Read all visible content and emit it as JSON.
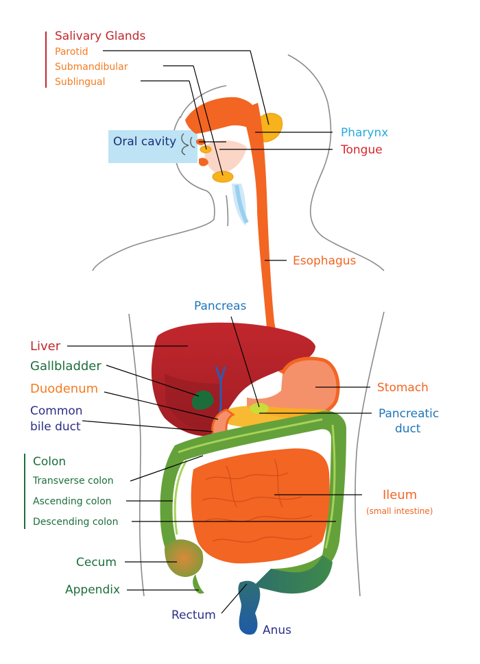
{
  "colors": {
    "salivary": "#c0272d",
    "salivary_sub": "#f47b20",
    "oral": "#1b2f7a",
    "pharynx": "#29a9e1",
    "tongue": "#d6262d",
    "esophagus": "#f26522",
    "pancreas": "#1e75b8",
    "liver": "#c0272d",
    "gallbladder": "#1b6e3a",
    "duodenum": "#f47b20",
    "bile": "#2b2f86",
    "colon": "#1b6e3a",
    "stomach": "#f26522",
    "ileum": "#f26522",
    "rectum": "#2b2f86",
    "anus": "#2b2f86"
  },
  "labels": {
    "salivary_glands": "Salivary Glands",
    "parotid": "Parotid",
    "submandibular": "Submandibular",
    "sublingual": "Sublingual",
    "oral_cavity": "Oral cavity",
    "pharynx": "Pharynx",
    "tongue": "Tongue",
    "esophagus": "Esophagus",
    "pancreas": "Pancreas",
    "liver": "Liver",
    "gallbladder": "Gallbladder",
    "duodenum": "Duodenum",
    "common_bile_1": "Common",
    "common_bile_2": "bile duct",
    "stomach": "Stomach",
    "pancreatic_1": "Pancreatic",
    "pancreatic_2": "duct",
    "colon": "Colon",
    "transverse_colon": "Transverse colon",
    "ascending_colon": "Ascending colon",
    "descending_colon": "Descending colon",
    "ileum": "Ileum",
    "small_intestine": "(small intestine)",
    "cecum": "Cecum",
    "appendix": "Appendix",
    "rectum": "Rectum",
    "anus": "Anus"
  }
}
